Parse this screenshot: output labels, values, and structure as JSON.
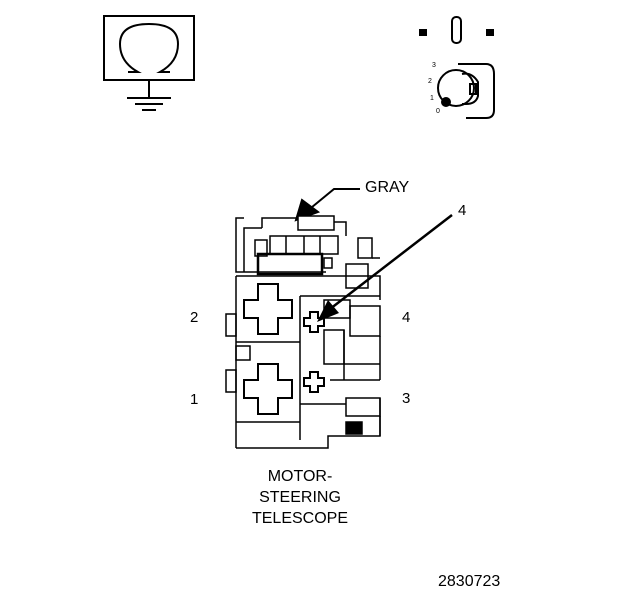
{
  "symbols": {
    "ground_icon": "omega-ground-icon",
    "switch_icon": "ignition-key-switch-icon",
    "key_positions": [
      "3",
      "2",
      "1",
      "0"
    ]
  },
  "labels": {
    "wire_color": "GRAY",
    "callout": "4",
    "pin_2": "2",
    "pin_1": "1",
    "pin_4": "4",
    "pin_3": "3"
  },
  "caption": {
    "line1": "MOTOR-",
    "line2": "STEERING",
    "line3": "TELESCOPE"
  },
  "figure_id": "2830723",
  "colors": {
    "ink": "#000000",
    "background": "#ffffff"
  }
}
